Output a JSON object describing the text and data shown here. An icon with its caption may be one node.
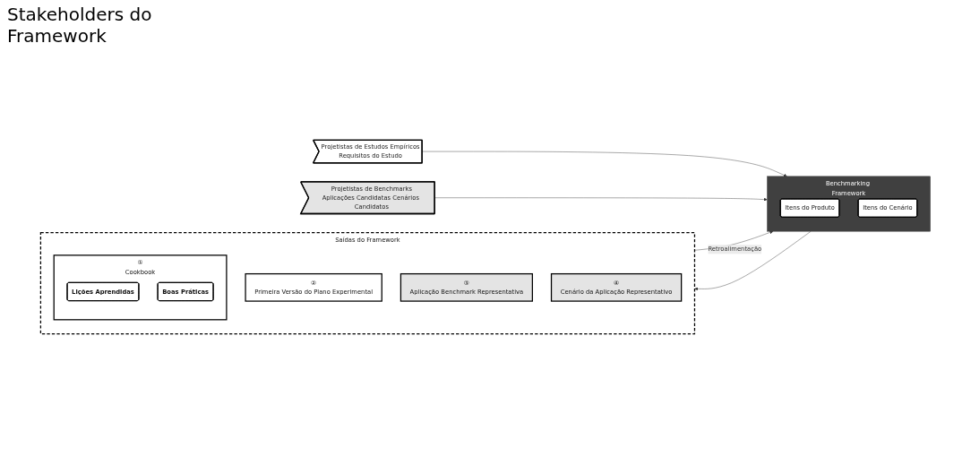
{
  "diagram": {
    "nodes": [
      {
        "text": [
          "Projetistas de Estudos Empíricos",
          "Requisitos do Estudo"
        ]
      },
      {
        "text": [
          "Projetistas de Benchmarks",
          "Aplicações Candidatas Cenários Candidatos"
        ]
      },
      {
        "text": [
          "Benchmarking Framework"
        ]
      },
      {
        "text": [
          "Itens do Produto"
        ],
        "in": 2
      },
      {
        "text": [
          "Itens do Cenário"
        ],
        "in": 2
      },
      {
        "text": [
          "Saídas do Framework"
        ]
      },
      {
        "text": [
          "①",
          "Cookbook"
        ],
        "in": 5
      },
      {
        "text": [
          "Lições Aprendidas"
        ],
        "in": 6
      },
      {
        "text": [
          "Boas Práticas"
        ],
        "in": 6
      },
      {
        "text": [
          "②",
          "Primeira Versão do Plano Experimental"
        ],
        "in": 5
      },
      {
        "text": [
          "③",
          "Aplicação Benchmark Representativa"
        ],
        "in": 5
      },
      {
        "text": [
          "④",
          "Cenário da Aplicação Representativo"
        ],
        "in": 5
      }
    ],
    "edges": [
      {
        "from": 0,
        "to": 2,
        "arrow": "to"
      },
      {
        "from": 1,
        "to": 2,
        "arrow": "to"
      },
      {
        "from": 2,
        "to": 5,
        "arrow": "to"
      },
      {
        "from": 5,
        "to": 2,
        "label": "Retroalimentação",
        "arrow": "to"
      }
    ],
    "labels": [
      "Stakeholders do Framework"
    ]
  }
}
